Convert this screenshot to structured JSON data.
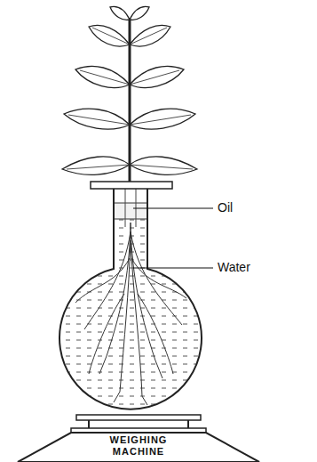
{
  "diagram": {
    "labels": [
      "Oil",
      "Water",
      "WEIGHING MACHINE"
    ]
  }
}
